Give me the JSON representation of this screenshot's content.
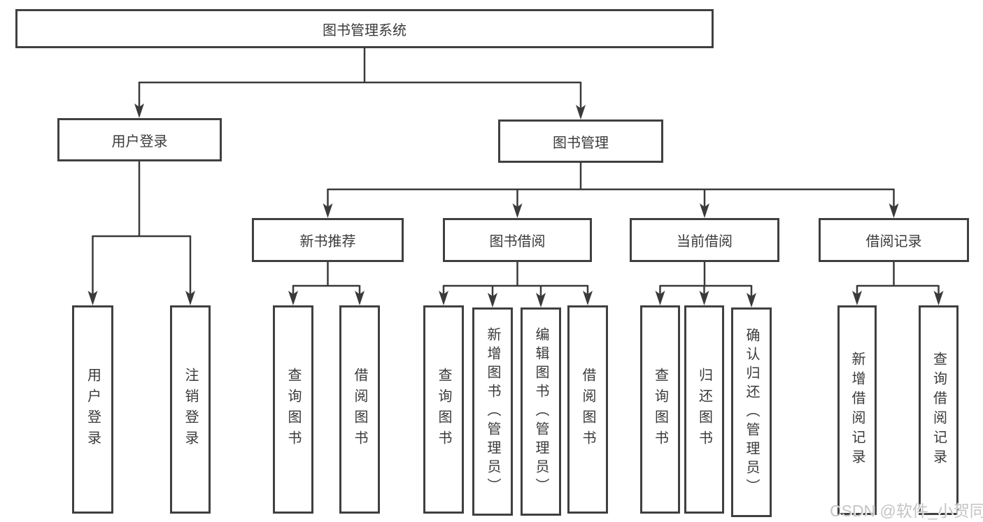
{
  "diagram": {
    "root": {
      "label": "图书管理系统"
    },
    "branches": [
      {
        "label": "用户登录",
        "children": [
          {
            "label": "用户登录"
          },
          {
            "label": "注销登录"
          }
        ]
      },
      {
        "label": "图书管理",
        "children": [
          {
            "label": "新书推荐",
            "children": [
              {
                "label": "查询图书"
              },
              {
                "label": "借阅图书"
              }
            ]
          },
          {
            "label": "图书借阅",
            "children": [
              {
                "label": "查询图书"
              },
              {
                "label": "新增图书（管理员）"
              },
              {
                "label": "编辑图书（管理员）"
              },
              {
                "label": "借阅图书"
              }
            ]
          },
          {
            "label": "当前借阅",
            "children": [
              {
                "label": "查询图书"
              },
              {
                "label": "归还图书"
              },
              {
                "label": "确认归还（管理员）"
              }
            ]
          },
          {
            "label": "借阅记录",
            "children": [
              {
                "label": "新增借阅记录"
              },
              {
                "label": "查询借阅记录"
              }
            ]
          }
        ]
      }
    ]
  },
  "watermark": {
    "text": "CSDN @软件_小贺同学"
  },
  "colors": {
    "line": "#3a3a3a",
    "box_border": "#404040",
    "text": "#3a3a3a",
    "background": "#ffffff",
    "watermark": "#c4c4c4"
  }
}
